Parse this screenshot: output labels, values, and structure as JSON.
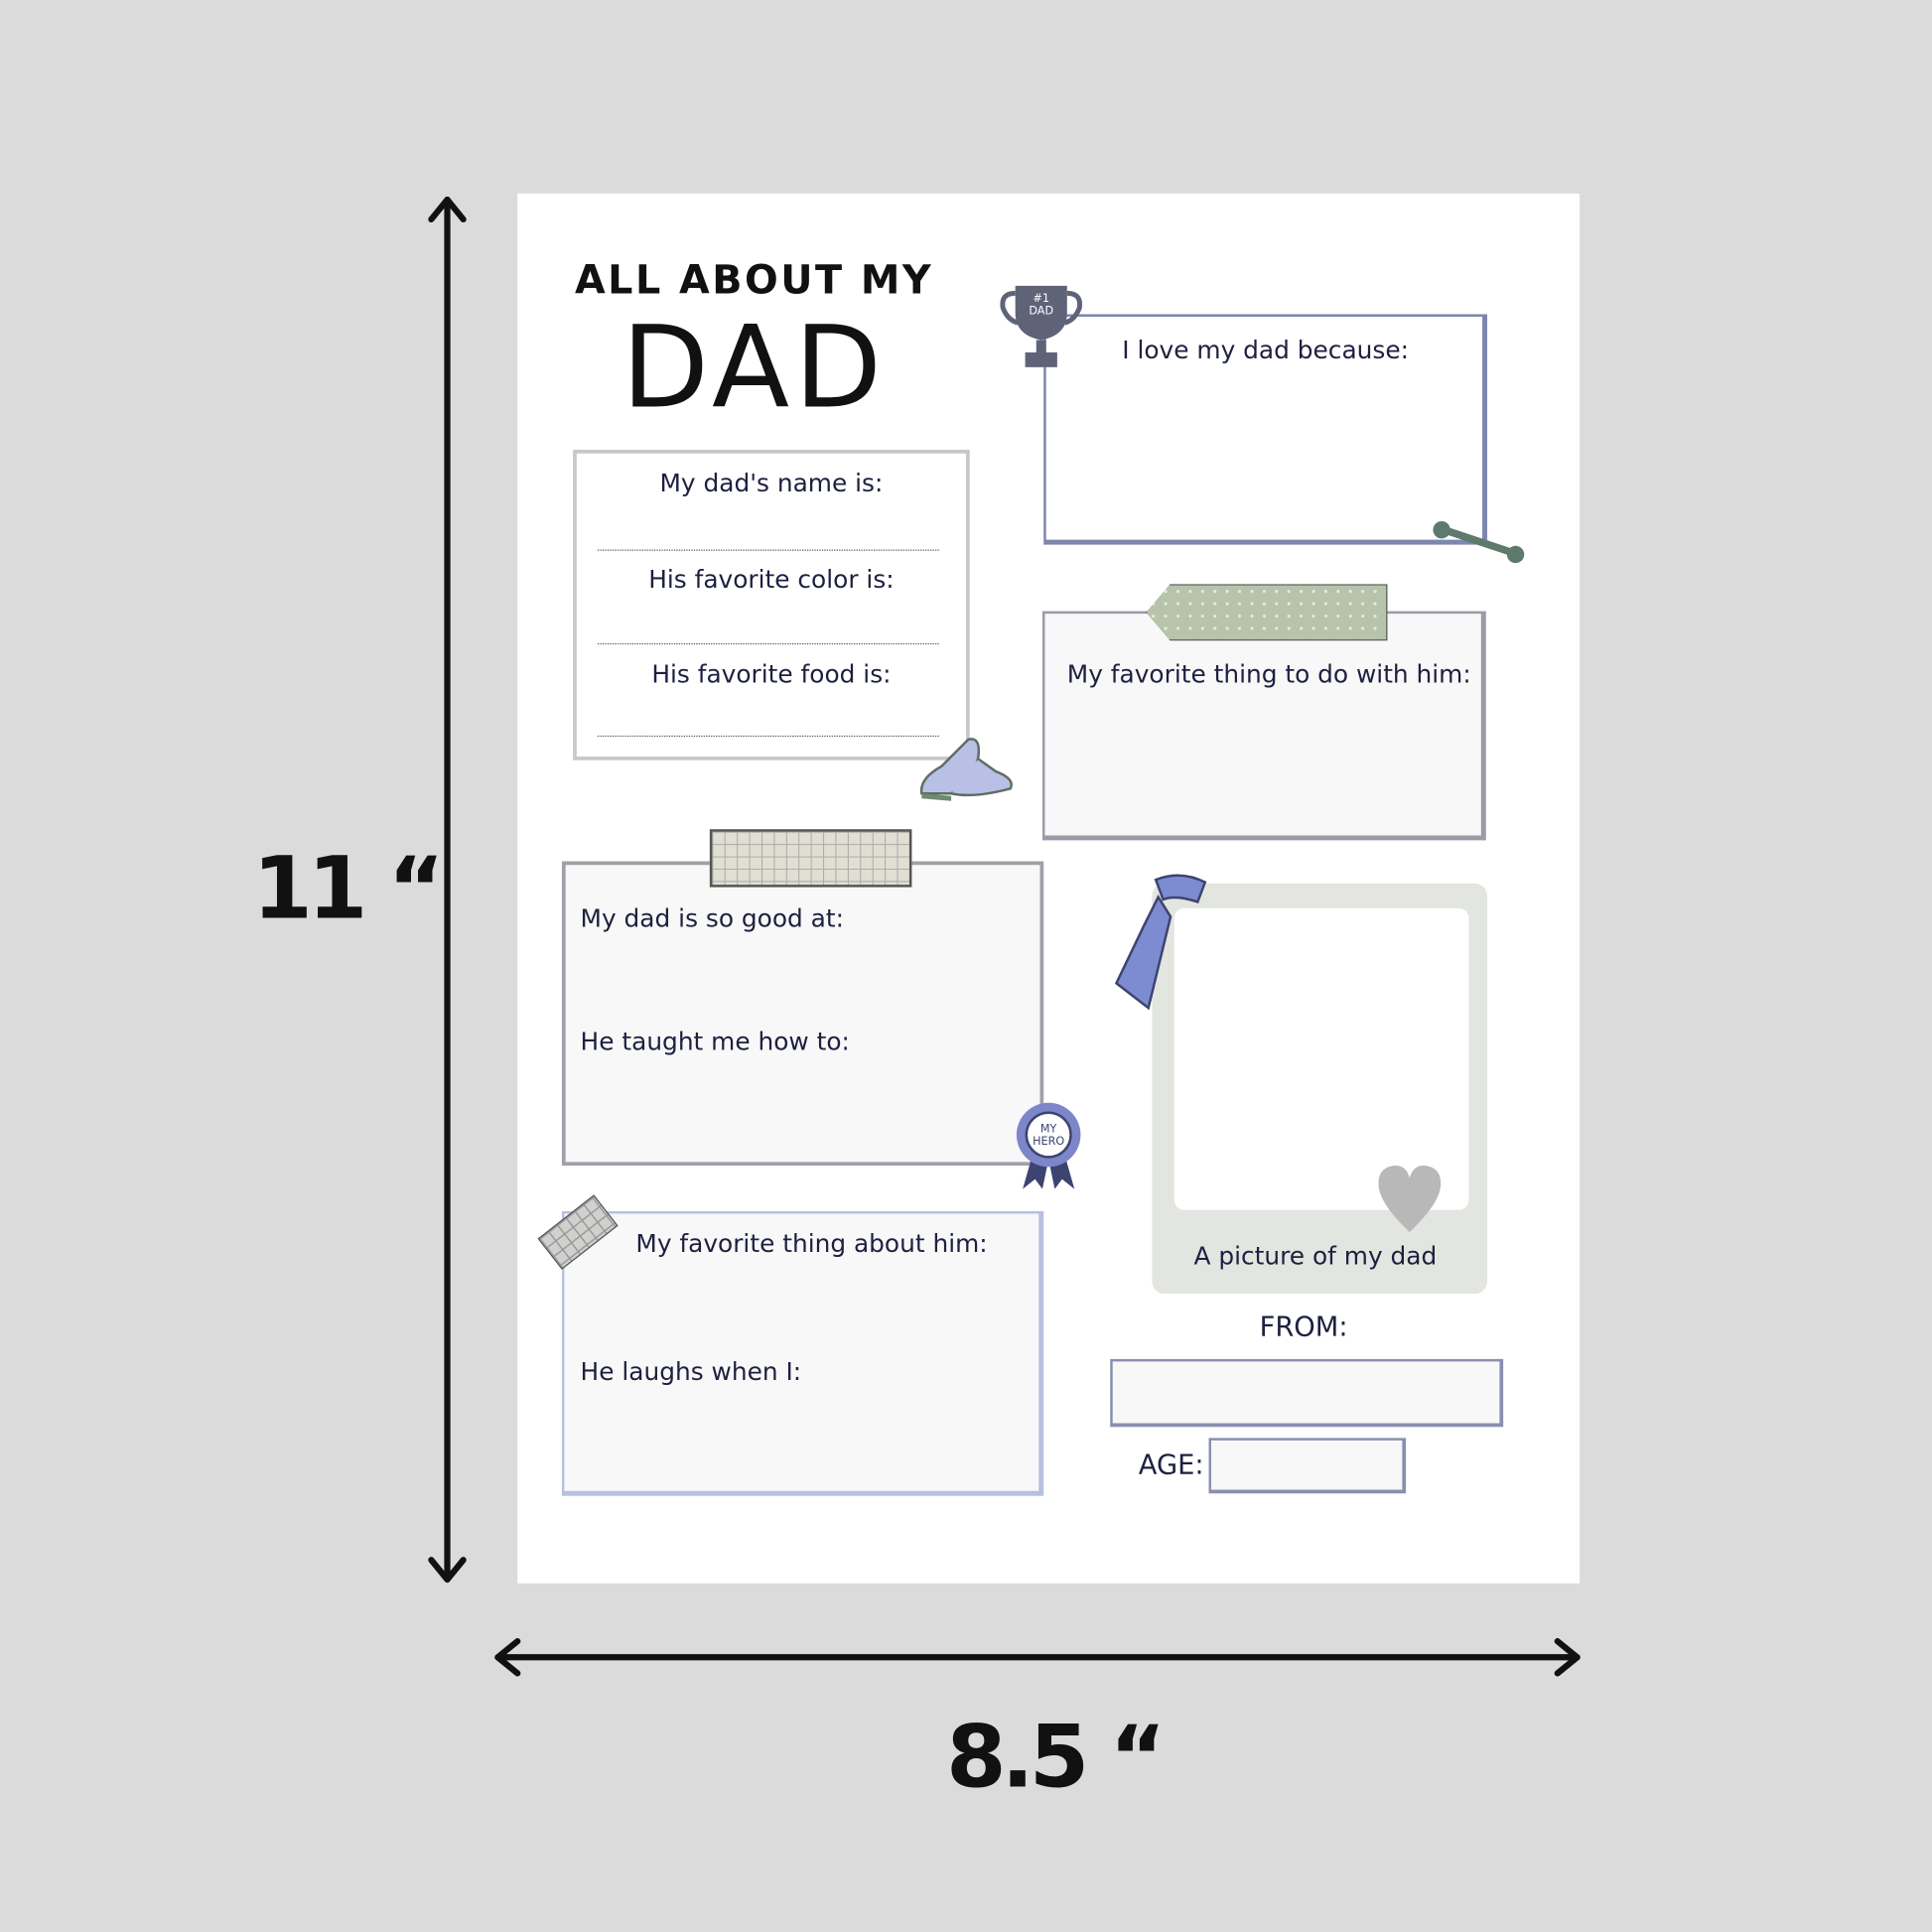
{
  "dimensions": {
    "height": "11 “",
    "width": "8.5 “"
  },
  "title": {
    "line1": "ALL ABOUT MY",
    "line2": "DAD"
  },
  "info_box": {
    "name": "My dad's name is:",
    "color": "His favorite color is:",
    "food": "His favorite food is:"
  },
  "love_box": {
    "label": "I love my dad because:"
  },
  "trophy": {
    "text": "#1 DAD"
  },
  "activity_box": {
    "label": "My favorite thing to do with him:"
  },
  "skills_box": {
    "good_at": "My dad is so good at:",
    "taught": "He taught me how to:"
  },
  "badge": {
    "text": "MY HERO"
  },
  "about_box": {
    "favorite": "My favorite thing about him:",
    "laughs": "He laughs when I:"
  },
  "photo": {
    "caption": "A picture of my dad"
  },
  "from": {
    "label": "FROM:",
    "age_label": "AGE:"
  },
  "colors": {
    "background": "#dcdbdc",
    "ink": "#1e2040",
    "accent": "#7d86c8",
    "green": "#b7c3aa"
  }
}
